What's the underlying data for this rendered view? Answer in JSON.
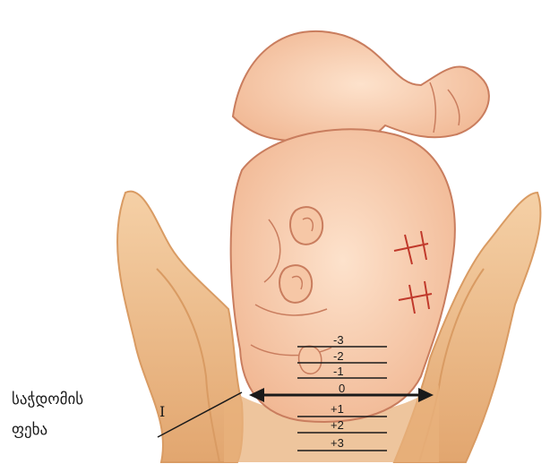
{
  "caption": {
    "line1": "საჭდომის",
    "line2": "ფეხა",
    "roman": "I"
  },
  "stations": [
    "-3",
    "-2",
    "-1",
    "0",
    "+1",
    "+2",
    "+3"
  ],
  "colors": {
    "skin": "#f9d3b5",
    "skin_shadow": "#eeb08c",
    "skin_line": "#c97d5e",
    "pelvis": "#f2c493",
    "pelvis_dark": "#d99b63",
    "accent_red": "#c0392b",
    "ink": "#1a1a1a"
  }
}
